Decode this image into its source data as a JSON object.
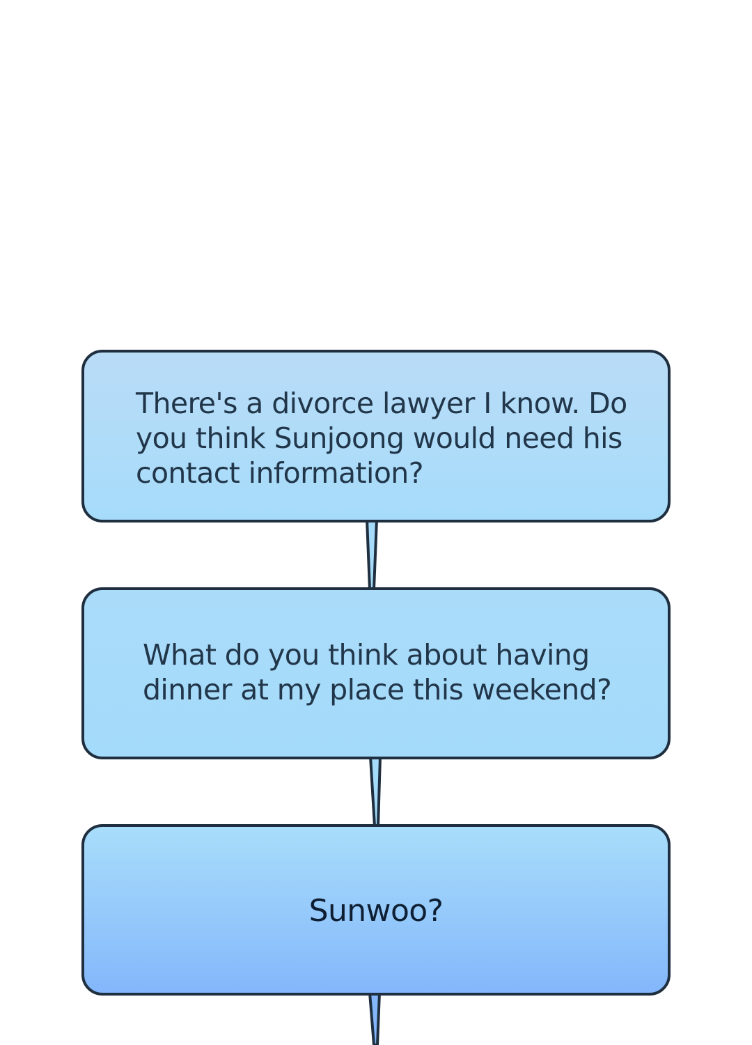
{
  "bubbles": [
    {
      "text": "There's a divorce lawyer I know. Do\nyou think Sunjoong would need his\ncontact information?"
    },
    {
      "text": "What do you think about having\ndinner at my place this weekend?"
    },
    {
      "text": "Sunwoo?"
    }
  ],
  "colors": {
    "outline": "#1f2f3f",
    "bubble_top": "#b9dcf7",
    "bubble_bottom": "#83b6fb",
    "text": "#22364a"
  }
}
